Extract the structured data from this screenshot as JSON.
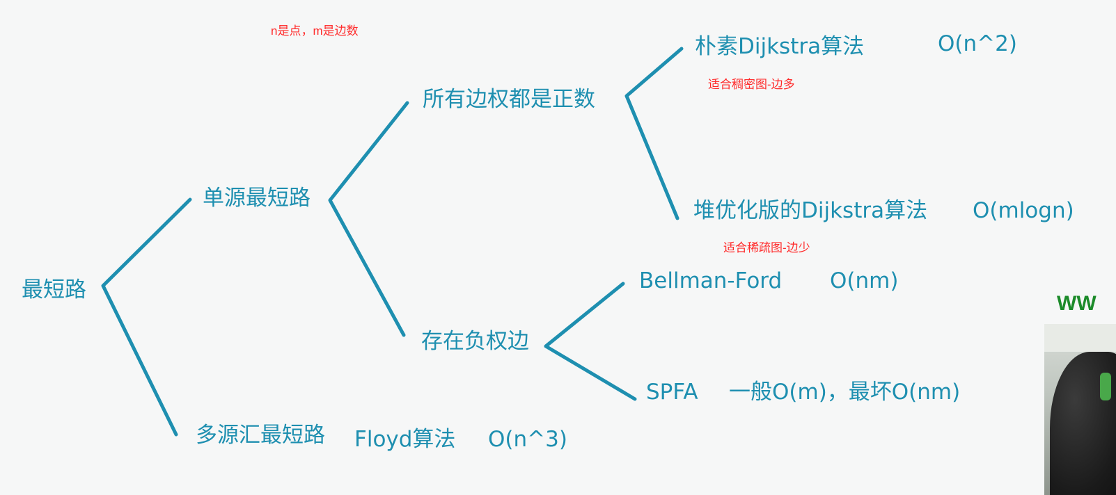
{
  "nodes": {
    "root": "最短路",
    "single_source": "单源最短路",
    "multi_source": "多源汇最短路",
    "all_positive": "所有边权都是正数",
    "negative_edge": "存在负权边",
    "naive_dijkstra": "朴素Dijkstra算法",
    "heap_dijkstra": "堆优化版的Dijkstra算法",
    "bellman_ford": "Bellman-Ford",
    "spfa": "SPFA",
    "floyd": "Floyd算法"
  },
  "complexities": {
    "naive_dijkstra": "O(n^2)",
    "heap_dijkstra": "O(mlogn)",
    "bellman_ford": "O(nm)",
    "spfa": "一般O(m)，最坏O(nm)",
    "floyd": "O(n^3)"
  },
  "notes": {
    "legend": "n是点，m是边数",
    "dense": "适合稠密图-边多",
    "sparse": "适合稀疏图-边少"
  },
  "webcam": {
    "watermark": "WW"
  },
  "colors": {
    "branch": "#1e8fb0",
    "note": "#ff2a2a"
  }
}
